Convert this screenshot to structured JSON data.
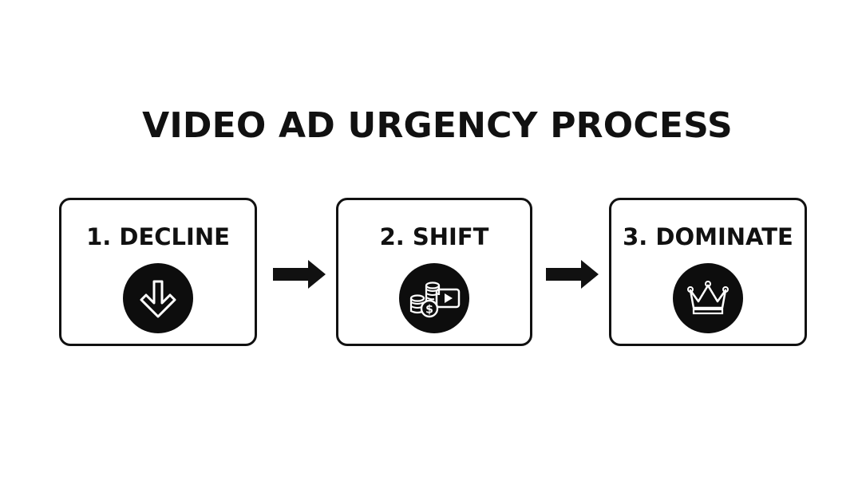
{
  "title": "VIDEO AD URGENCY PROCESS",
  "steps": [
    {
      "label": "1. DECLINE",
      "icon": "arrow-down-icon"
    },
    {
      "label": "2. SHIFT",
      "icon": "coins-video-icon"
    },
    {
      "label": "3. DOMINATE",
      "icon": "crown-icon"
    }
  ],
  "colors": {
    "ink": "#111111",
    "background": "#ffffff",
    "icon_fill": "#0d0d0d"
  }
}
